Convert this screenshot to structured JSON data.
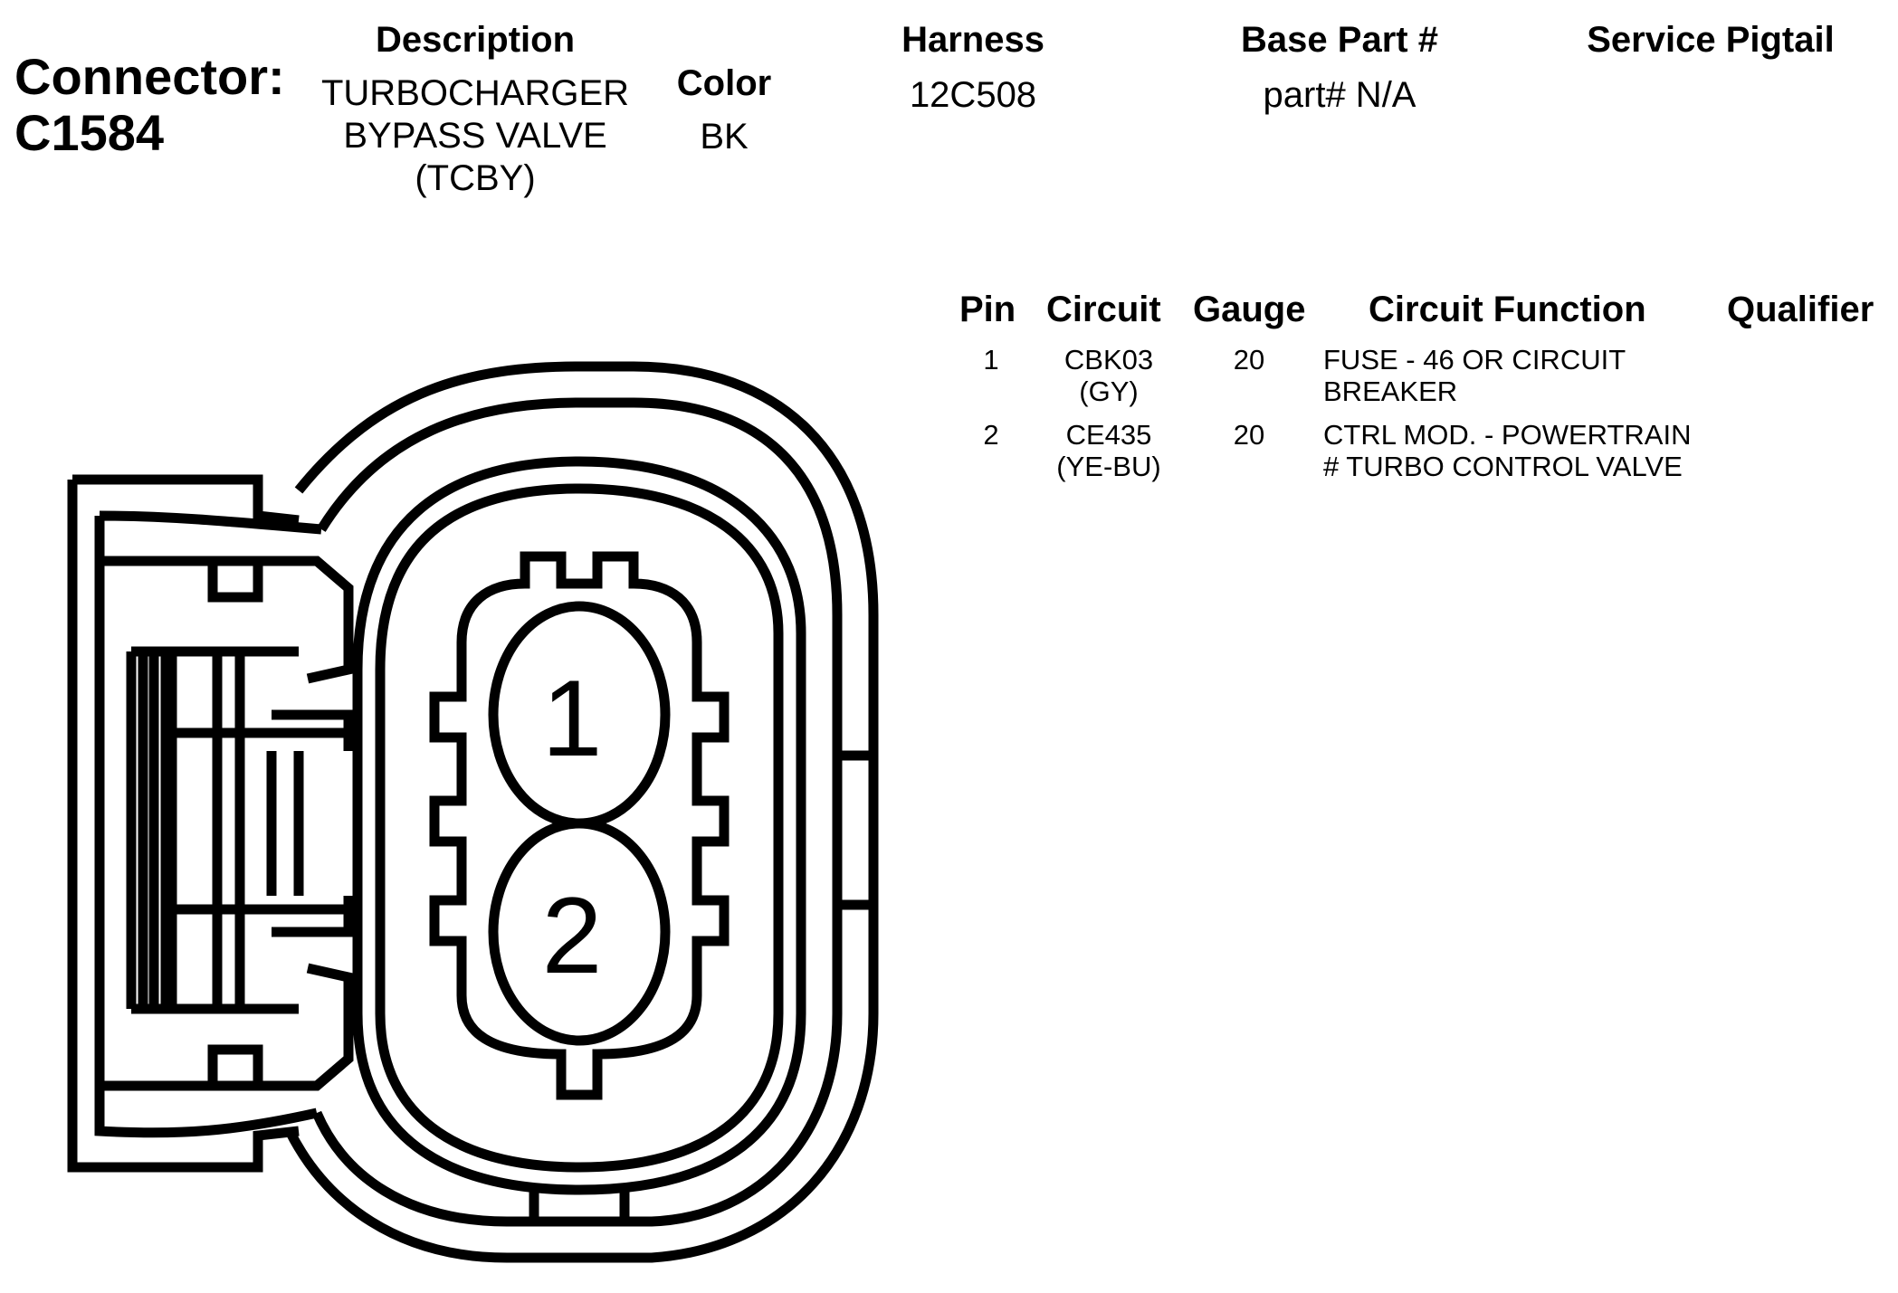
{
  "connector": {
    "label": "Connector:",
    "id": "C1584"
  },
  "header": {
    "description": {
      "label": "Description",
      "lines": [
        "TURBOCHARGER",
        "BYPASS VALVE",
        "(TCBY)"
      ]
    },
    "color": {
      "label": "Color",
      "value": "BK"
    },
    "harness": {
      "label": "Harness",
      "value": "12C508"
    },
    "base_part": {
      "label": "Base Part #",
      "value": "part# N/A"
    },
    "service_pigtail": {
      "label": "Service Pigtail",
      "value": ""
    }
  },
  "pin_table": {
    "columns": [
      "Pin",
      "Circuit",
      "Gauge",
      "Circuit Function",
      "Qualifier"
    ],
    "rows": [
      {
        "pin": "1",
        "circuit": [
          "CBK03",
          "(GY)"
        ],
        "gauge": "20",
        "function": [
          "FUSE - 46 OR CIRCUIT",
          "BREAKER"
        ],
        "qualifier": ""
      },
      {
        "pin": "2",
        "circuit": [
          "CE435",
          "(YE-BU)"
        ],
        "gauge": "20",
        "function": [
          "CTRL MOD. - POWERTRAIN",
          "# TURBO CONTROL VALVE"
        ],
        "qualifier": ""
      }
    ]
  },
  "diagram": {
    "pin_labels": [
      "1",
      "2"
    ]
  }
}
